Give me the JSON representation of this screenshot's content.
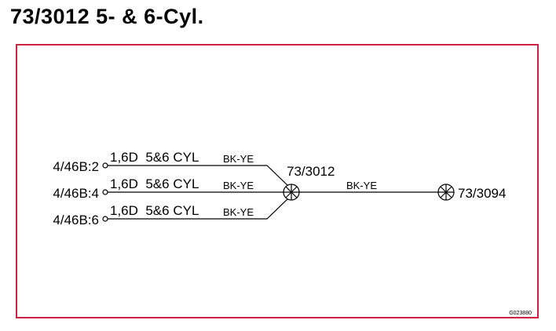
{
  "title": "73/3012 5- & 6-Cyl.",
  "colors": {
    "frame": "#cc2244",
    "line": "#000000"
  },
  "connectors": [
    {
      "id": "4/46B:2",
      "wire": "1,6D  5&6 CYL",
      "color": "BK-YE"
    },
    {
      "id": "4/46B:4",
      "wire": "1,6D  5&6 CYL",
      "color": "BK-YE"
    },
    {
      "id": "4/46B:6",
      "wire": "1,6D  5&6 CYL",
      "color": "BK-YE"
    }
  ],
  "splice": {
    "id": "73/3012",
    "out_color": "BK-YE",
    "icon": "splice-cross-circle-icon"
  },
  "ground": {
    "id": "73/3094",
    "icon": "ground-cross-circle-icon"
  },
  "figure_code": "G023880"
}
